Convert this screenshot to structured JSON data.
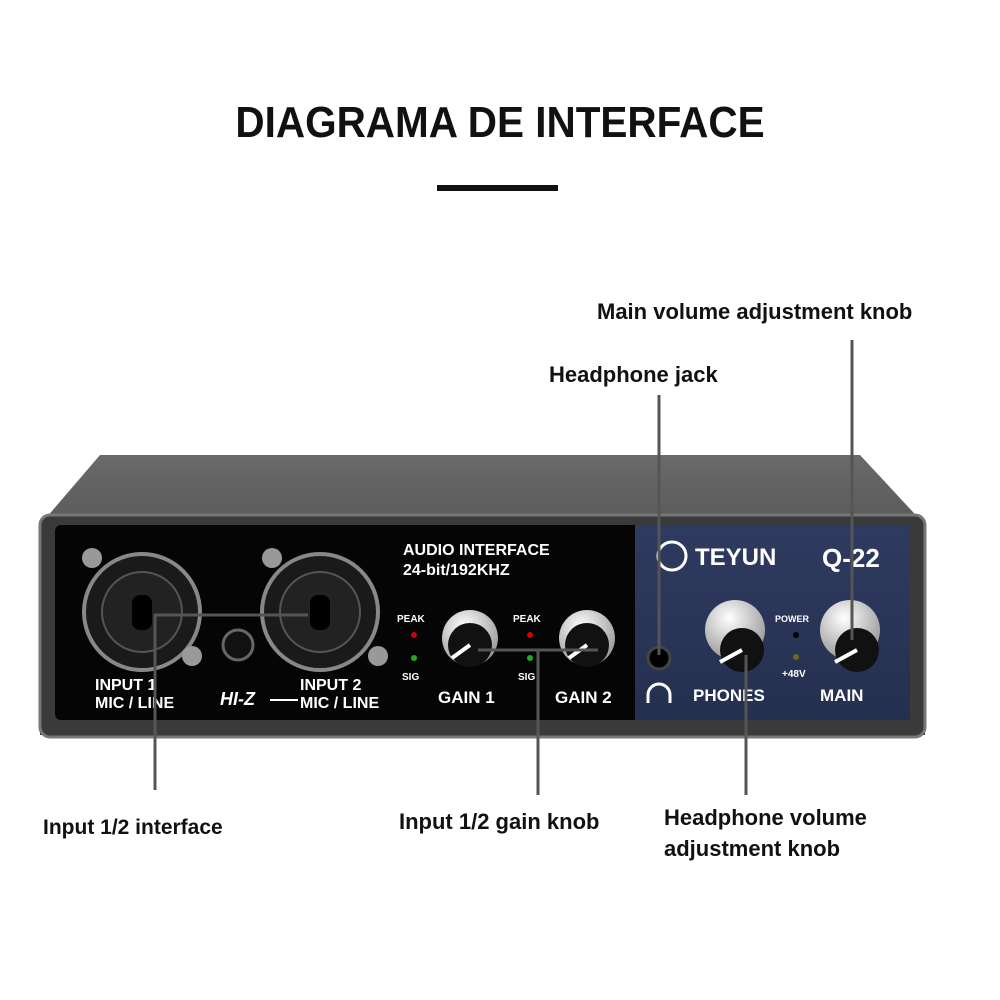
{
  "title": "DIAGRAMA DE INTERFACE",
  "callouts": {
    "main_volume": "Main volume adjustment knob",
    "headphone_jack": "Headphone jack",
    "input_interface": "Input 1/2 interface",
    "gain_knob": "Input 1/2 gain knob",
    "headphone_volume_line1": "Headphone volume",
    "headphone_volume_line2": "adjustment knob"
  },
  "device": {
    "brand": "TEYUN",
    "model": "Q-22",
    "heading": "AUDIO INTERFACE",
    "spec": "24-bit/192KHZ",
    "input1_line1": "INPUT 1",
    "input1_line2": "MIC / LINE",
    "hiz": "HI-Z",
    "input2_line1": "INPUT 2",
    "input2_line2": "MIC / LINE",
    "peak": "PEAK",
    "sig": "SIG",
    "gain1": "GAIN 1",
    "gain2": "GAIN 2",
    "phones": "PHONES",
    "main": "MAIN",
    "power": "POWER",
    "phantom": "+48V",
    "panel_color": "#2b3558",
    "callout_line_color": "#555555"
  }
}
